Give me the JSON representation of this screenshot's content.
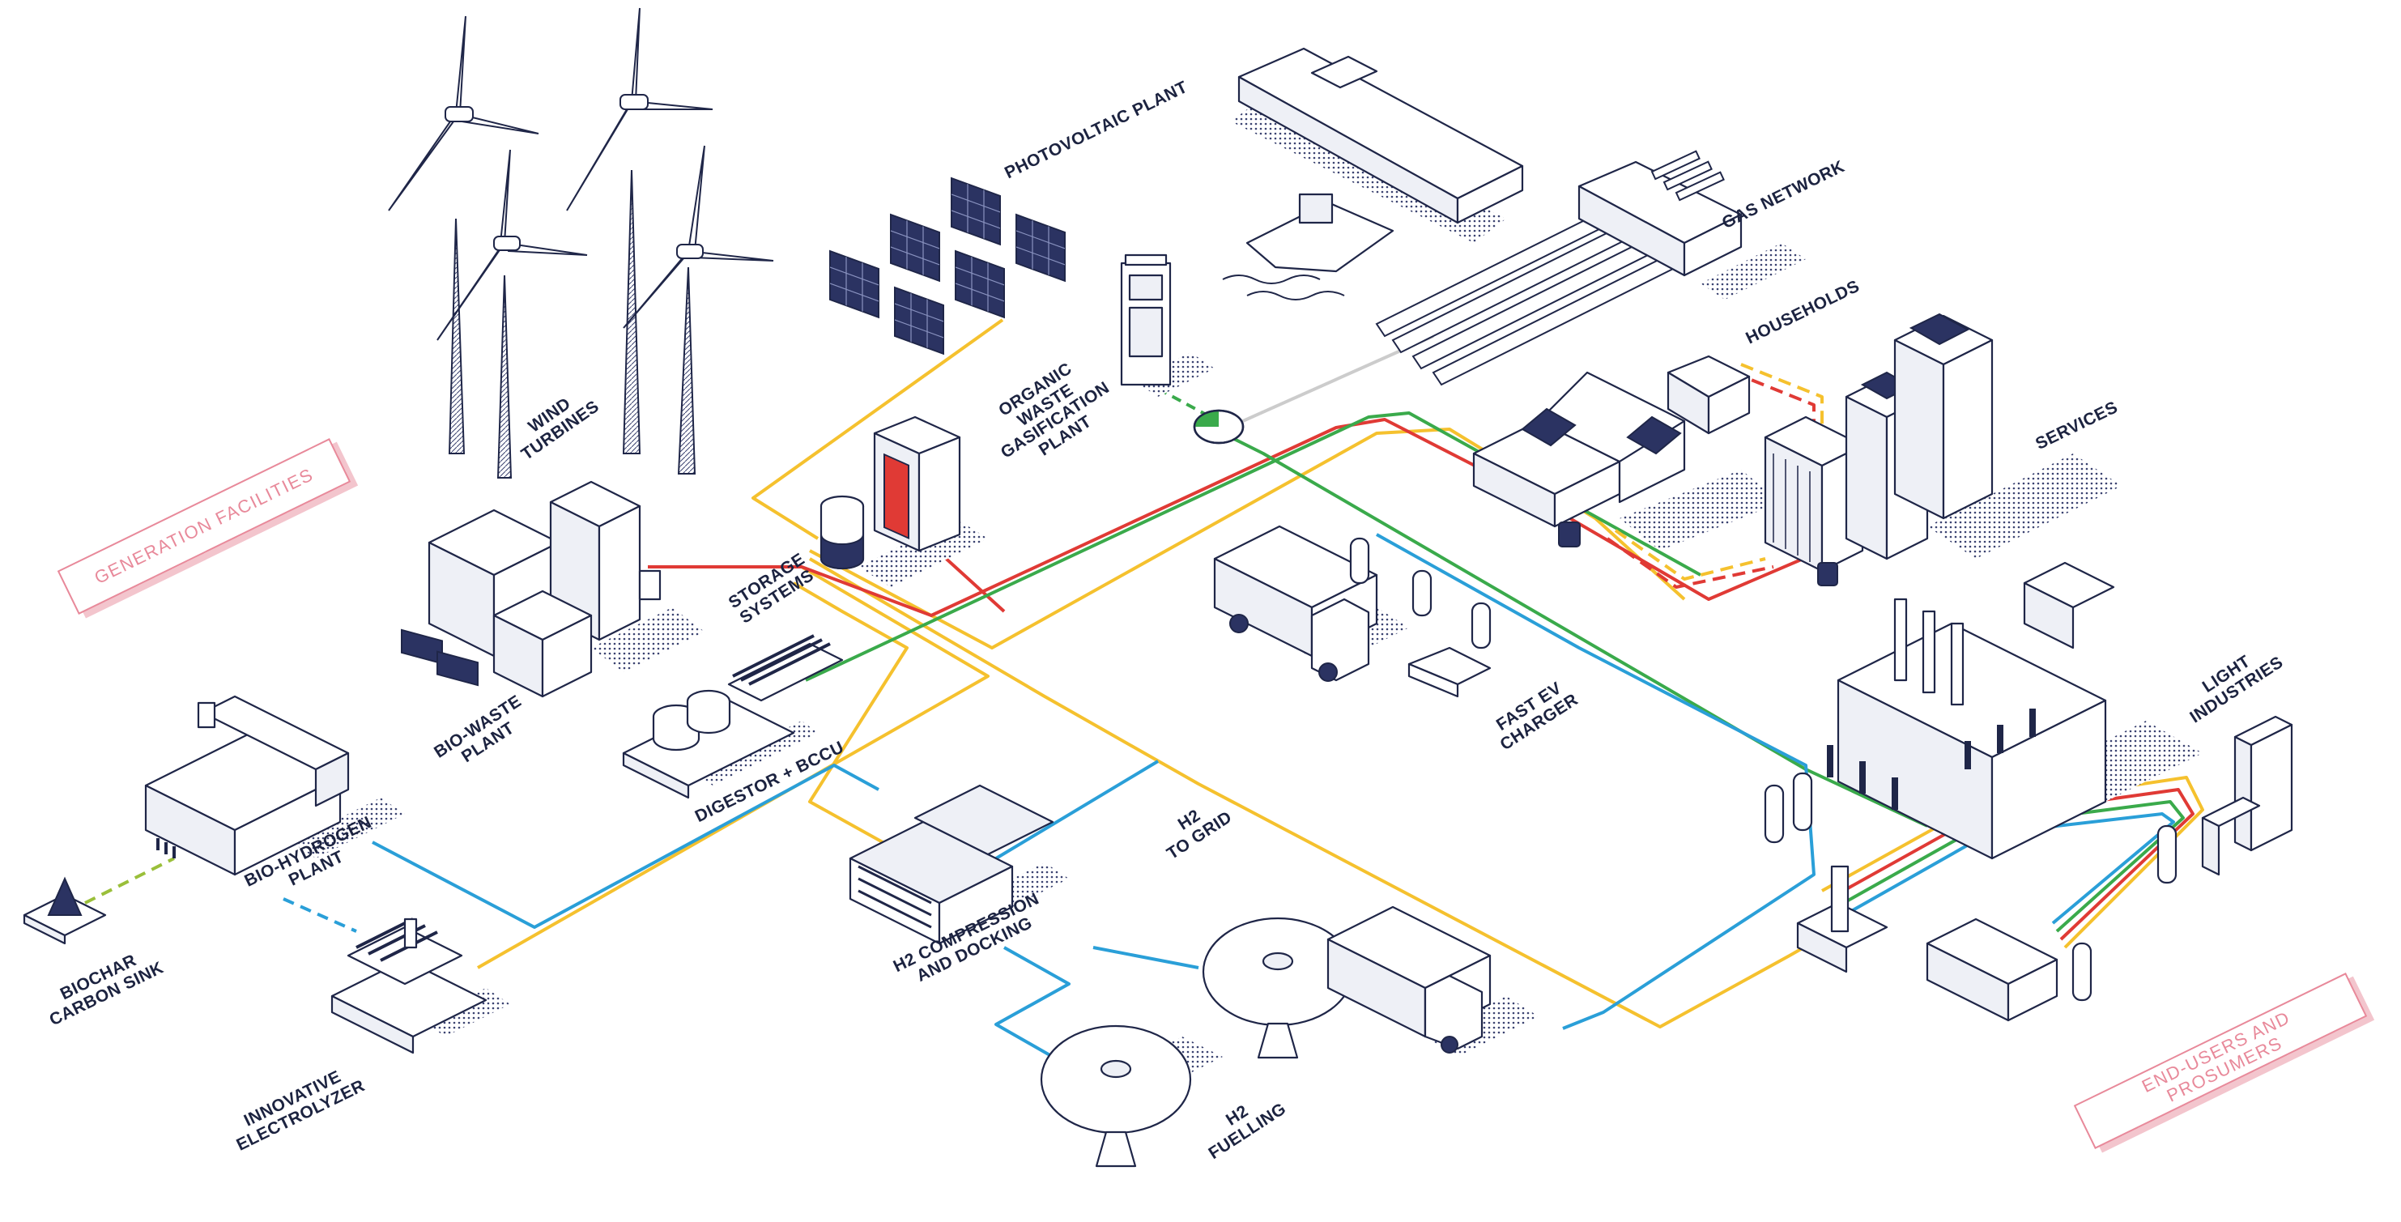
{
  "labels": {
    "wind_turbines": [
      "WIND",
      "TURBINES"
    ],
    "photovoltaic_plant": [
      "PHOTOVOLTAIC PLANT"
    ],
    "gas_network": [
      "GAS NETWORK"
    ],
    "households": [
      "HOUSEHOLDS"
    ],
    "services": [
      "SERVICES"
    ],
    "organic_waste": [
      "ORGANIC",
      "WASTE",
      "GASIFICATION",
      "PLANT"
    ],
    "storage_systems": [
      "STORAGE",
      "SYSTEMS"
    ],
    "bio_waste_plant": [
      "BIO-WASTE",
      "PLANT"
    ],
    "digestor": [
      "DIGESTOR + BCCU"
    ],
    "bio_hydrogen_plant": [
      "BIO-HYDROGEN",
      "PLANT"
    ],
    "biochar": [
      "BIOCHAR",
      "CARBON SINK"
    ],
    "electrolyzer": [
      "INNOVATIVE",
      "ELECTROLYZER"
    ],
    "h2_compression": [
      "H2 COMPRESSION",
      "AND DOCKING"
    ],
    "h2_to_grid": [
      "H2",
      "TO GRID"
    ],
    "h2_fuelling": [
      "H2",
      "FUELLING"
    ],
    "fast_ev_charger": [
      "FAST EV",
      "CHARGER"
    ],
    "light_industries": [
      "LIGHT",
      "INDUSTRIES"
    ]
  },
  "categories": {
    "generation": [
      "GENERATION FACILITIES"
    ],
    "end_users": [
      "END-USERS AND",
      "PROSUMERS"
    ]
  },
  "colors": {
    "ink": "#1f2648",
    "yellow": "#f5c12e",
    "red": "#e03a35",
    "green": "#3aaa4b",
    "blue": "#2a9fd8",
    "grey": "#c8c8c8",
    "category": "#e8899a"
  }
}
